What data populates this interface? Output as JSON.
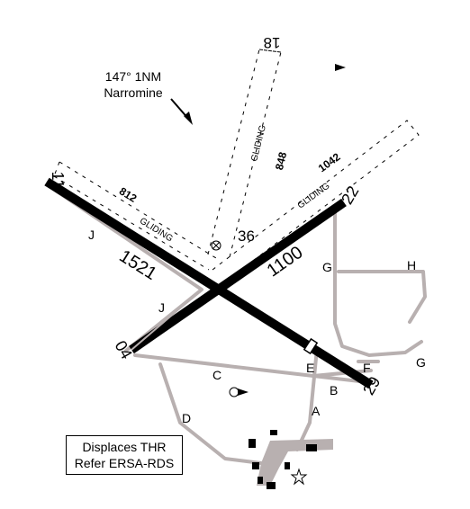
{
  "direction_note": {
    "line1": "147° 1NM",
    "line2": "Narromine"
  },
  "runways": {
    "main": {
      "end_a": "11",
      "end_b": "29",
      "length": "1521"
    },
    "cross": {
      "end_a": "04",
      "end_b": "22",
      "length": "1100"
    }
  },
  "gliding_strips": {
    "north": {
      "end_a": "36",
      "end_b": "18",
      "length": "848",
      "label": "GLIDING"
    },
    "west": {
      "length": "812",
      "label": "GLIDING"
    },
    "east": {
      "length": "1042",
      "label": "GLIDING"
    }
  },
  "taxiways": [
    "J",
    "J",
    "C",
    "D",
    "E",
    "B",
    "A",
    "F",
    "G",
    "G",
    "H"
  ],
  "notice": {
    "line1": "Displaces THR",
    "line2": "Refer ERSA-RDS"
  },
  "symbols": [
    "wind-direction-indicator",
    "aerodrome-beacon-star",
    "windsock-arrow"
  ],
  "colors": {
    "runway": "#000000",
    "taxiway": "#b8b0b0",
    "strip_outline": "#000000",
    "background": "#ffffff"
  }
}
